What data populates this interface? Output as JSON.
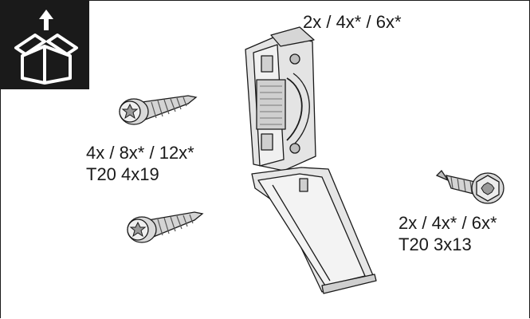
{
  "icon": {
    "name": "unbox-icon"
  },
  "clip": {
    "quantity": "2x / 4x* / 6x*"
  },
  "wood_screw": {
    "quantity": "4x / 8x* / 12x*",
    "spec": "T20 4x19"
  },
  "hex_screw": {
    "quantity": "2x / 4x* / 6x*",
    "spec": "T20 3x13"
  },
  "colors": {
    "line": "#1a1a1a",
    "part_fill": "#e4e4e4",
    "part_shade": "#bdbdbd"
  }
}
